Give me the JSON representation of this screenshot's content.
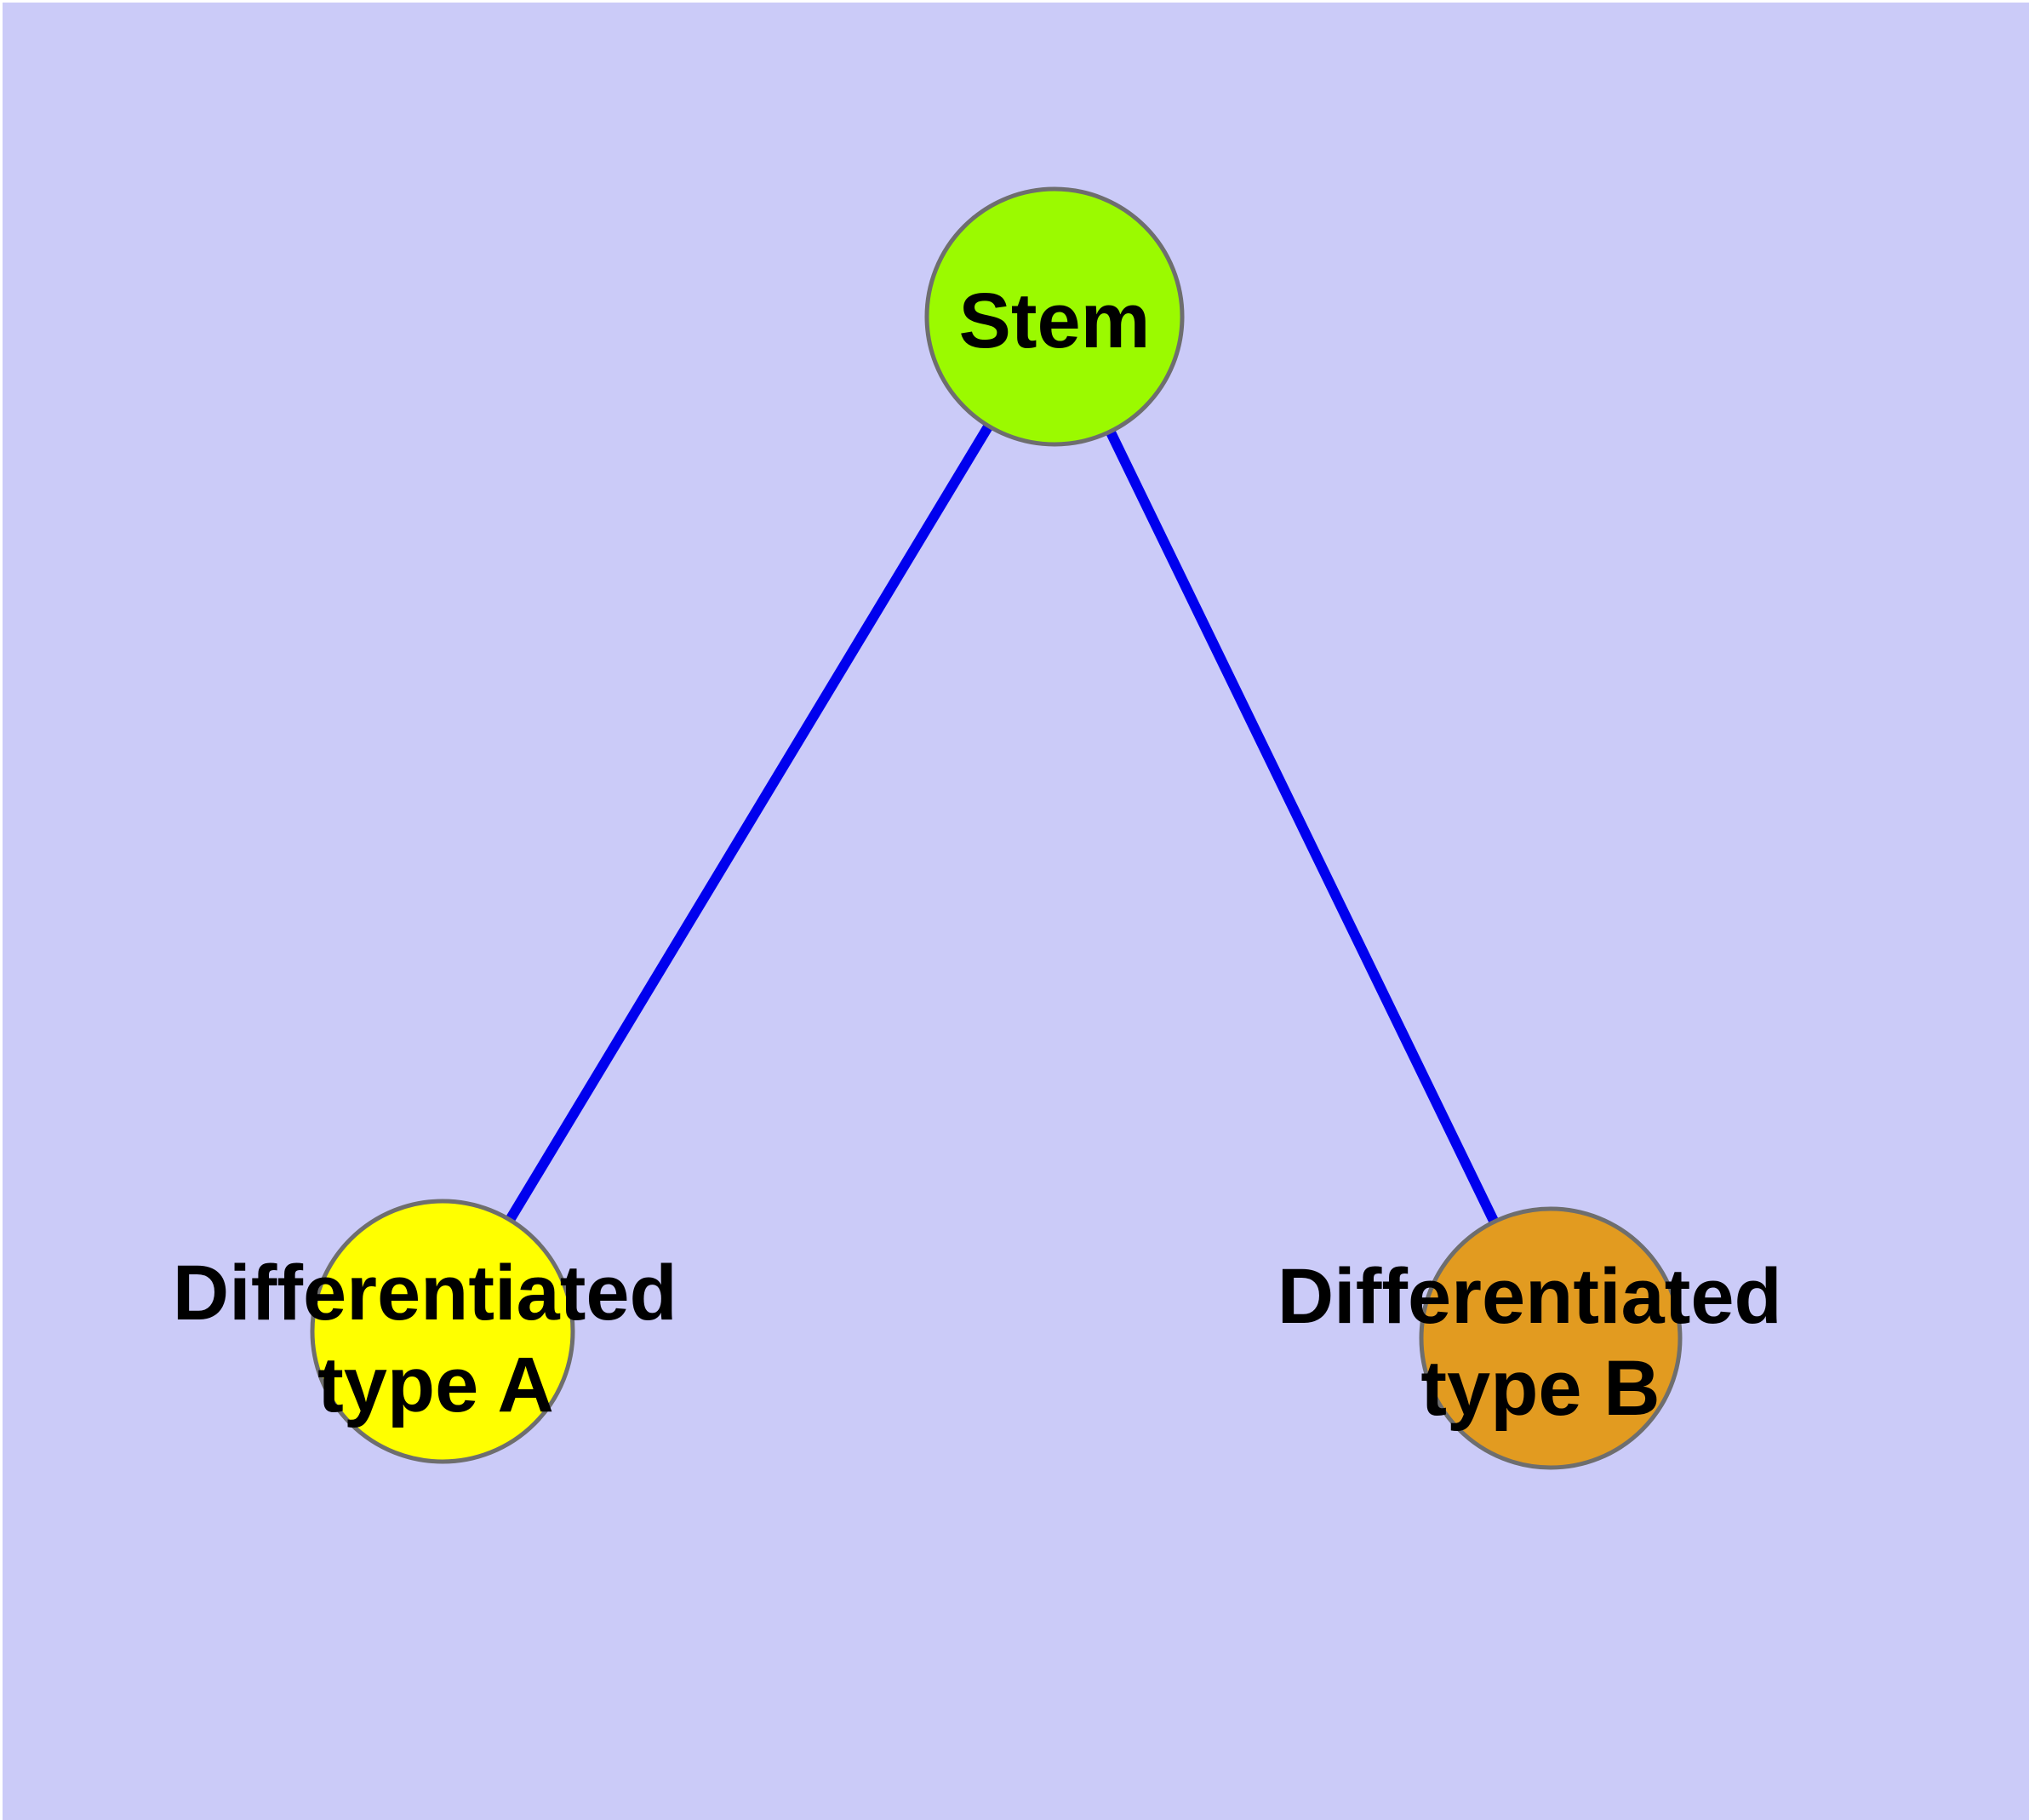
{
  "diagram": {
    "background_color": "#CBCBF8",
    "canvas_margin_color": "#FFFFFF",
    "edge_color": "#0000EE",
    "node_border_color": "#6E6E6E",
    "label_color": "#000000",
    "nodes": {
      "stem": {
        "label": "Stem",
        "fill_color": "#9BFA00"
      },
      "type_a": {
        "label_line1": "Differentiated",
        "label_line2": "type A",
        "fill_color": "#FFFF00"
      },
      "type_b": {
        "label_line1": "Differentiated",
        "label_line2": "type B",
        "fill_color": "#E29B20"
      }
    },
    "edges": [
      {
        "from": "Stem",
        "to": "Differentiated type A"
      },
      {
        "from": "Stem",
        "to": "Differentiated type B"
      }
    ]
  }
}
